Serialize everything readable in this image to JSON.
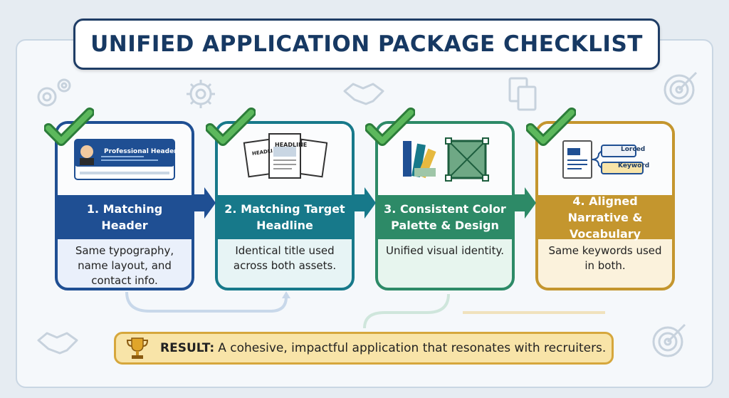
{
  "title": "UNIFIED APPLICATION PACKAGE CHECKLIST",
  "steps": [
    {
      "heading": "1. Matching Header",
      "body": "Same typography, name layout, and contact info.",
      "color": "#1f4f93"
    },
    {
      "heading": "2. Matching Target Headline",
      "body": "Identical title used across both assets.",
      "color": "#17798a"
    },
    {
      "heading": "3. Consistent Color Palette & Design",
      "body": "Unified visual identity.",
      "color": "#2d8a67"
    },
    {
      "heading": "4. Aligned Narrative & Vocabulary",
      "body": "Same keywords used in both.",
      "color": "#c4962e"
    }
  ],
  "illustrations": {
    "header_card_title": "Professional Header",
    "headline_doc_label": "HEADLINE",
    "headline_doc_label_short": "HEADLI",
    "keyword_tag_1": "Lorced",
    "keyword_tag_2": "Keyword"
  },
  "result": {
    "label": "RESULT:",
    "text": "A cohesive, impactful application that resonates with recruiters."
  },
  "icons": [
    "checkmark-icon",
    "arrow-right-icon",
    "trophy-icon",
    "gear-icon",
    "handshake-icon",
    "documents-icon",
    "target-icon"
  ]
}
